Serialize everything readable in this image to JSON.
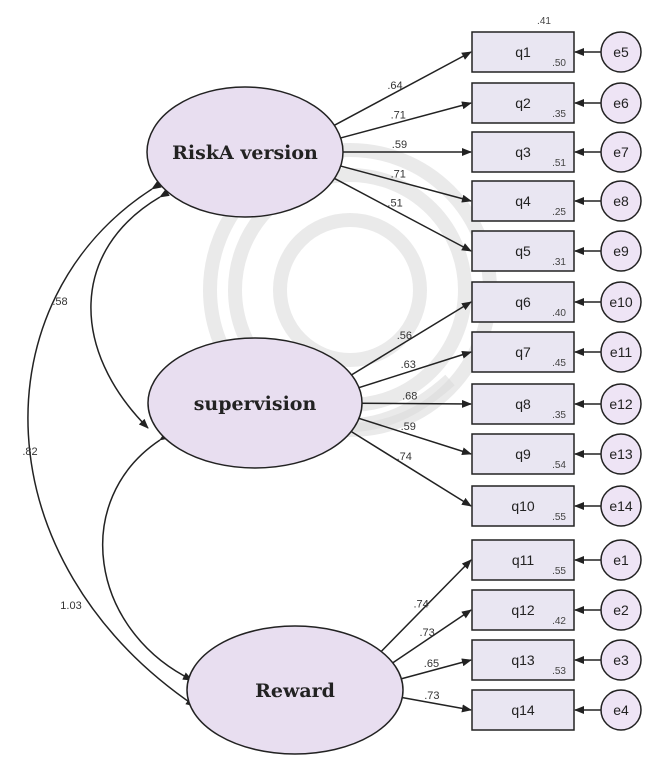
{
  "colors": {
    "latent_fill": "#e8def0",
    "box_fill": "#e9e6f2",
    "error_fill": "#eee4f5",
    "stroke": "#222222",
    "watermark": "#d8d8d8"
  },
  "latents": {
    "risk": "RiskA version",
    "supervision": "supervision",
    "reward": "Reward"
  },
  "indicators": [
    "q1",
    "q2",
    "q3",
    "q4",
    "q5",
    "q6",
    "q7",
    "q8",
    "q9",
    "q10",
    "q11",
    "q12",
    "q13",
    "q14"
  ],
  "errors": [
    "e5",
    "e6",
    "e7",
    "e8",
    "e9",
    "e10",
    "e11",
    "e12",
    "e13",
    "e14",
    "e1",
    "e2",
    "e3",
    "e4"
  ],
  "top_r2": ".41",
  "r2": [
    ".50",
    ".35",
    ".51",
    ".25",
    ".31",
    ".40",
    ".45",
    ".35",
    ".54",
    ".55",
    ".55",
    ".42",
    ".53",
    ""
  ],
  "loadings": {
    "risk": [
      ".64",
      ".71",
      ".59",
      ".71",
      ".51"
    ],
    "supervision": [
      ".56",
      ".63",
      ".68",
      ".59",
      ".74"
    ],
    "reward": [
      ".74",
      ".73",
      ".65",
      ".73"
    ]
  },
  "correlations": {
    "risk_supervision": ".58",
    "risk_reward": ".82",
    "supervision_reward": "1.03"
  }
}
